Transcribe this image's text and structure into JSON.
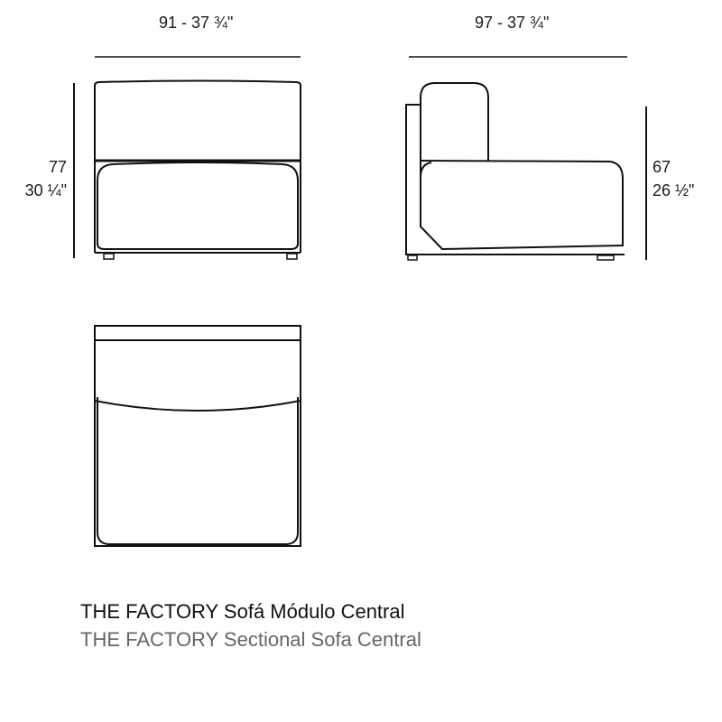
{
  "front_view": {
    "width_label": "91 - 37 ¾\"",
    "height_cm": "77",
    "height_in": "30 ¼\""
  },
  "side_view": {
    "depth_label": "97 - 37 ¾\"",
    "seat_height_cm": "67",
    "seat_height_in": "26 ½\""
  },
  "caption": {
    "spanish": "THE FACTORY Sofá Módulo Central",
    "english": "THE FACTORY Sectional Sofa Central"
  },
  "colors": {
    "line": "#111111",
    "caption_primary": "#111111",
    "caption_secondary": "#666666"
  }
}
